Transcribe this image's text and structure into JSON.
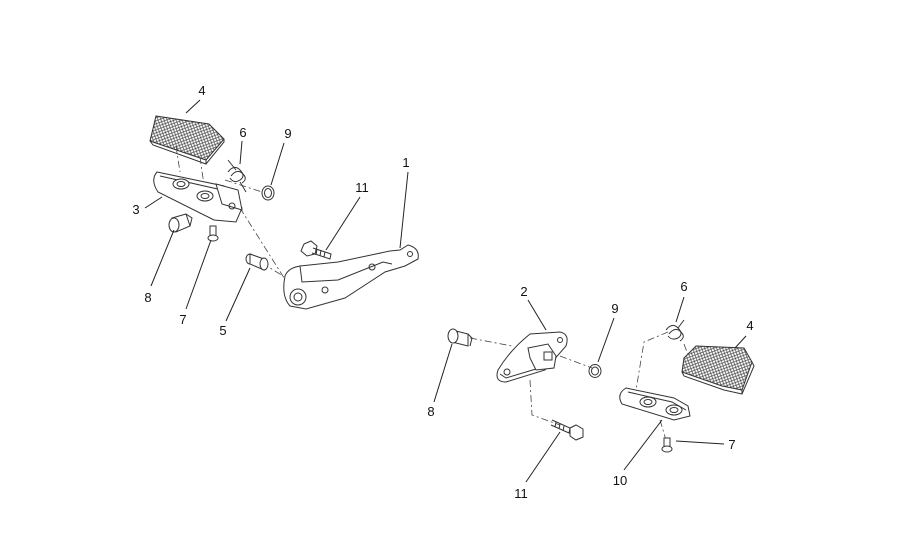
{
  "callouts": {
    "left": {
      "c1": "1",
      "c3": "3",
      "c4": "4",
      "c5": "5",
      "c6": "6",
      "c7": "7",
      "c8": "8",
      "c9": "9",
      "c11": "11"
    },
    "right": {
      "c2": "2",
      "c4": "4",
      "c6": "6",
      "c7": "7",
      "c8": "8",
      "c9": "9",
      "c10": "10",
      "c11": "11"
    }
  }
}
